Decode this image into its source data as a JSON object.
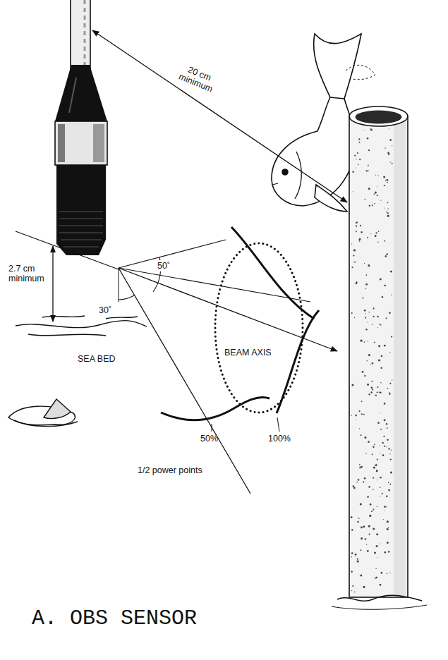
{
  "diagram": {
    "caption": "A. OBS SENSOR",
    "labels": [
      "20 cm minimum",
      "2.7 cm minimum",
      "50˚",
      "30˚",
      "SEA BED",
      "BEAM AXIS",
      "50%",
      "100%",
      "1/2 power points"
    ]
  }
}
